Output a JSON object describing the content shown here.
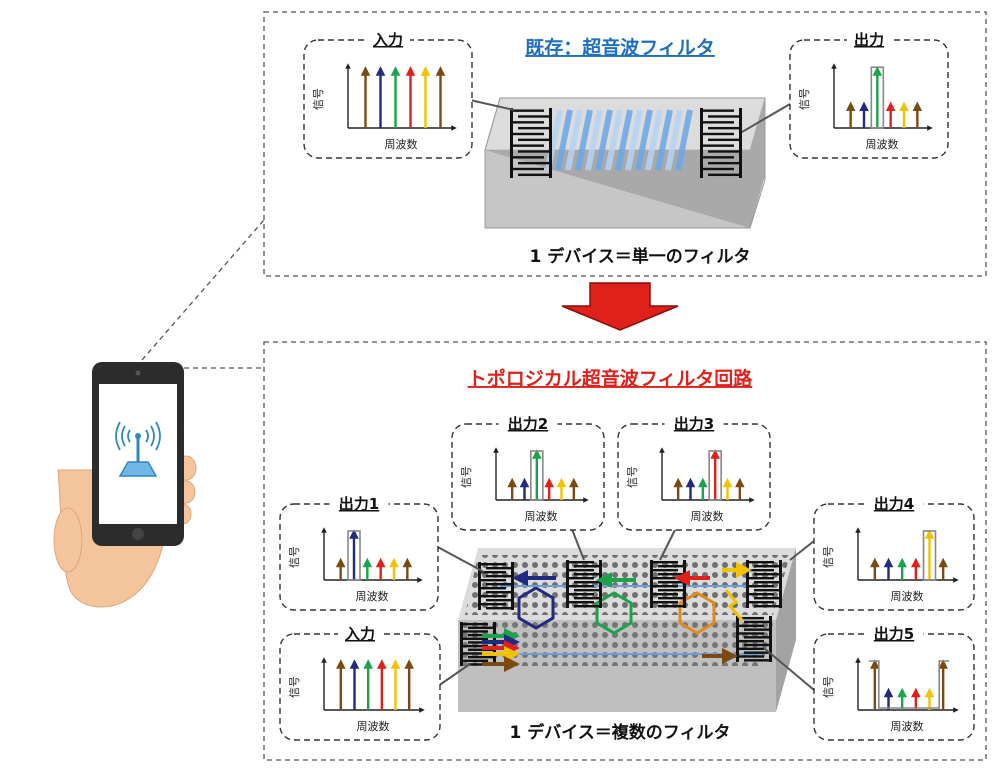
{
  "top": {
    "title": "既存：超音波フィルタ",
    "caption": "1 デバイス＝単一のフィルタ",
    "input_label": "入力",
    "output_label": "出力"
  },
  "bottom": {
    "title": "トポロジカル超音波フィルタ回路",
    "caption": "1 デバイス＝複数のフィルタ",
    "input_label": "入力",
    "output1": "出力1",
    "output2": "出力2",
    "output3": "出力3",
    "output4": "出力4",
    "output5": "出力5"
  },
  "axis": {
    "ylabel": "信号",
    "xlabel": "周波数"
  },
  "colors": {
    "brown": "#7a4a12",
    "navy": "#1f2a80",
    "green": "#1aa34a",
    "red": "#e0201b",
    "yellow": "#f2c200",
    "blue_title": "#1f6fbf",
    "red_title": "#e0201b"
  }
}
